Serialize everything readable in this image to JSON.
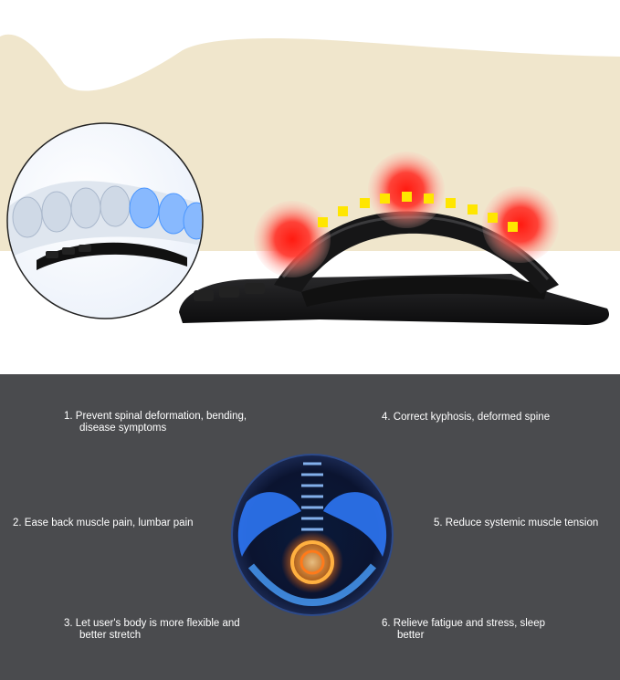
{
  "benefits": [
    {
      "line1": "1. Prevent spinal deformation, bending,",
      "line2": "disease symptoms"
    },
    {
      "line1": "2. Ease back muscle pain, lumbar pain",
      "line2": ""
    },
    {
      "line1": "3. Let user's body is more flexible and",
      "line2": "better stretch"
    },
    {
      "line1": "4. Correct kyphosis, deformed spine",
      "line2": ""
    },
    {
      "line1": "5. Reduce systemic muscle tension",
      "line2": ""
    },
    {
      "line1": "6. Relieve fatigue and stress, sleep",
      "line2": "better"
    }
  ],
  "colors": {
    "skin": "#f0e6cc",
    "panel": "#4a4b4e",
    "heat_red": "#e8302a",
    "dots_yellow": "#ffe600",
    "spine_blue": "#3a8dff",
    "glow_orange": "#ff8a1a"
  },
  "icons": [
    "back-stretcher-image",
    "spine-inset-image",
    "heat-glow-icon",
    "spine-pelvis-glow-image"
  ]
}
